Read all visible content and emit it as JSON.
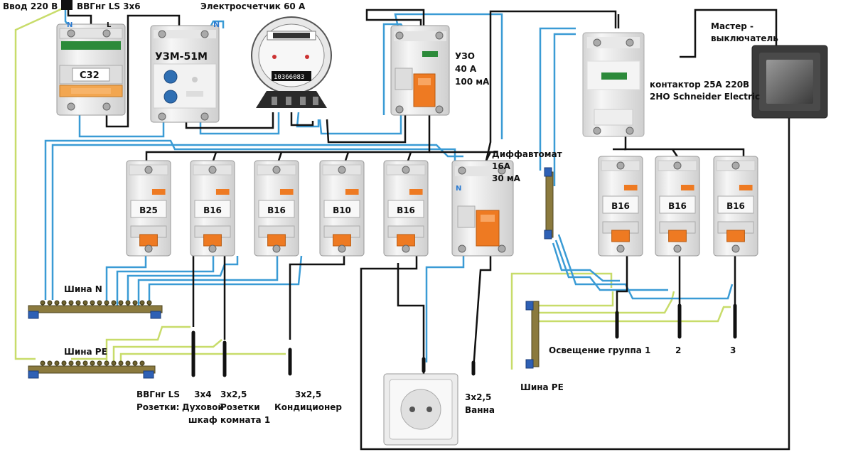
{
  "labels": {
    "input": "Ввод 220 В",
    "input_cable": "ВВГнг LS 3х6",
    "meter": "Электросчетчик 60 А",
    "rcd_1": "УЗО",
    "rcd_2": "40 А",
    "rcd_3": "100 мА",
    "difavt_1": "Диффавтомат",
    "difavt_2": "16А",
    "difavt_3": "30 мА",
    "master_1": "Мастер -",
    "master_2": "выключатель",
    "contactor_1": "контактор 25А 220В",
    "contactor_2": "2НО Schneider Electric",
    "bus_n": "Шина N",
    "bus_pe": "Шина PE",
    "bus_pe_right": "Шина PE",
    "cable_type_1": "ВВГнг LS",
    "cable_type_2": "Розетки:",
    "oven_1": "3х4",
    "oven_2": "Духовой",
    "oven_3": "шкаф",
    "room_1": "3х2,5",
    "room_2": "Розетки",
    "room_3": "комната 1",
    "ac_1": "3х2,5",
    "ac_2": "Кондиционер",
    "bath_1": "3х2,5",
    "bath_2": "Ванна",
    "light_group_1": "Освещение группа 1",
    "light_group_2": "2",
    "light_group_3": "3"
  },
  "devices": {
    "main_breaker": "C32",
    "uzm": "УЗМ-51М",
    "meter_digits": "10366083",
    "breakers_bottom": [
      "B25",
      "B16",
      "B16",
      "B10",
      "B16"
    ],
    "breakers_light": [
      "B16",
      "B16",
      "B16"
    ]
  },
  "colors": {
    "phase": "#111111",
    "neutral": "#3a9bd5",
    "ground": "#c8dc6a",
    "breaker_handle": "#ee7a22",
    "breaker_body": "#ececec"
  }
}
